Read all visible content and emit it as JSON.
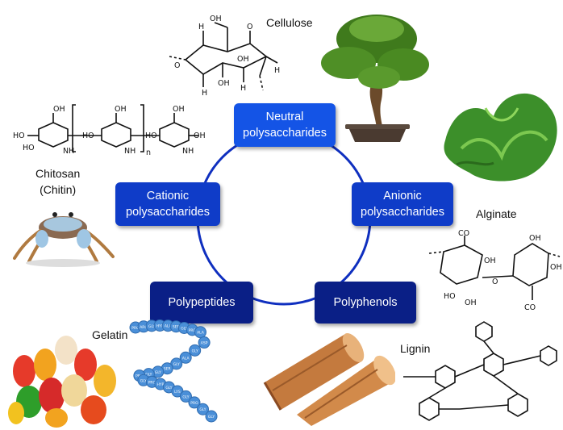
{
  "diagram": {
    "nodes": {
      "neutral": {
        "label": "Neutral polysaccharides",
        "color": "#1454e6"
      },
      "cationic": {
        "label": "Cationic polysaccharides",
        "color": "#0f3cc8"
      },
      "anionic": {
        "label": "Anionic polysaccharides",
        "color": "#0f3cc8"
      },
      "peptides": {
        "label": "Polypeptides",
        "color": "#0a1f86"
      },
      "phenols": {
        "label": "Polyphenols",
        "color": "#0a1f86"
      }
    },
    "cycle_color": "#0f2fbf"
  },
  "examples": {
    "cellulose": "Cellulose",
    "chitosan_line1": "Chitosan",
    "chitosan_line2": "(Chitin)",
    "alginate": "Alginate",
    "gelatin": "Gelatin",
    "lignin": "Lignin"
  },
  "chem_labels": {
    "oh": "OH",
    "h": "H",
    "ho": "HO",
    "nh2": "NH",
    "sub2": "2",
    "n": "n",
    "o": "O",
    "co2": "CO"
  },
  "peptide_beads": [
    "PRO",
    "ARG",
    "GLY",
    "HYP",
    "ALA",
    "SER",
    "GLY",
    "PRO",
    "ALA",
    "ASP",
    "GLY",
    "ALA",
    "GLY",
    "SER",
    "GLY",
    "GLY",
    "PRO",
    "GLY",
    "PRO",
    "HYP",
    "GLY",
    "LYS",
    "GLY",
    "PRO",
    "GLY",
    "GLY"
  ]
}
